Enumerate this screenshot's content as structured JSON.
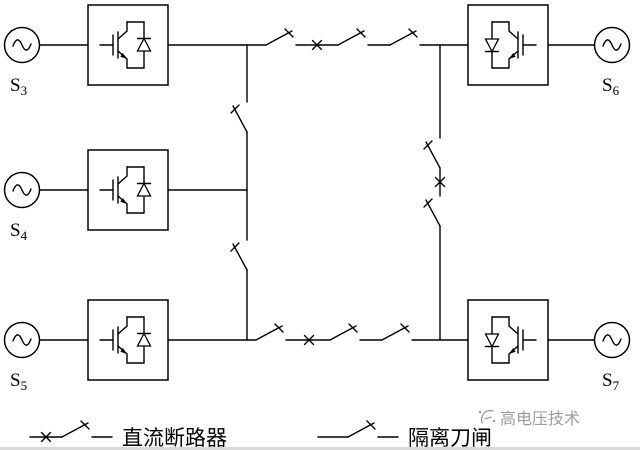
{
  "sources": [
    {
      "base": "S",
      "sub": "3"
    },
    {
      "base": "S",
      "sub": "4"
    },
    {
      "base": "S",
      "sub": "5"
    },
    {
      "base": "S",
      "sub": "6"
    },
    {
      "base": "S",
      "sub": "7"
    }
  ],
  "legend": {
    "dc_breaker_label": "直流断路器",
    "isolator_label": "隔离刀闸"
  },
  "watermark": {
    "text": "高电压技术"
  },
  "icons": {
    "dc_breaker": "x-mark-plus-open-blade",
    "isolator": "open-blade-switch",
    "ac_source": "circle-with-sine-wave",
    "converter": "igbt-with-antiparallel-diode"
  },
  "colors": {
    "line": "#000000",
    "background": "#ffffff",
    "watermark": "#9c9c9c",
    "footer_bar": "#d9d9d9"
  }
}
